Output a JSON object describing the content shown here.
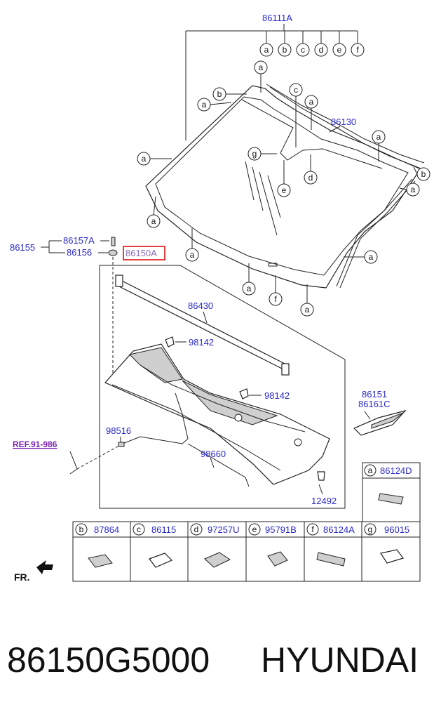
{
  "main_part": "86111A",
  "callouts": [
    "a",
    "b",
    "c",
    "d",
    "e",
    "f",
    "g"
  ],
  "parts": {
    "p86130": "86130",
    "p86155": "86155",
    "p86157A": "86157A",
    "p86156": "86156",
    "p86150A": "86150A",
    "p86430": "86430",
    "p98142": "98142",
    "p98516": "98516",
    "p98660": "98660",
    "p12492": "12492",
    "p86151": "86151",
    "p86161C": "86161C"
  },
  "reference": "REF.91-986",
  "front_label": "FR.",
  "legend": {
    "top": {
      "letter": "a",
      "part": "86124D"
    },
    "items": [
      {
        "letter": "b",
        "part": "87864"
      },
      {
        "letter": "c",
        "part": "86115"
      },
      {
        "letter": "d",
        "part": "97257U"
      },
      {
        "letter": "e",
        "part": "95791B"
      },
      {
        "letter": "f",
        "part": "86124A"
      },
      {
        "letter": "g",
        "part": "96015"
      }
    ]
  },
  "footer": {
    "part_number": "86150G5000",
    "brand": "HYUNDAI"
  },
  "colors": {
    "part_label": "#2a2ac8",
    "highlight": "#e01010",
    "reference": "#7a1fb0"
  }
}
